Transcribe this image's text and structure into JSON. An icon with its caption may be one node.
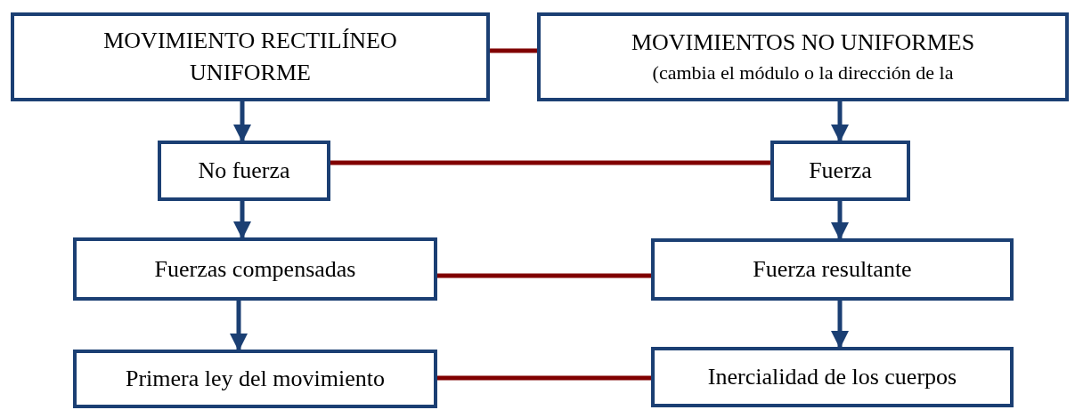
{
  "diagram": {
    "nodes": [
      {
        "text": [
          "MOVIMIENTO RECTILÍNEO UNIFORME"
        ]
      },
      {
        "text": [
          "MOVIMIENTOS NO UNIFORMES",
          "(cambia el módulo o la dirección de la"
        ]
      },
      {
        "text": [
          "No fuerza"
        ]
      },
      {
        "text": [
          "Fuerza"
        ]
      },
      {
        "text": [
          "Fuerzas compensadas"
        ]
      },
      {
        "text": [
          "Fuerza resultante"
        ]
      },
      {
        "text": [
          "Primera ley del movimiento"
        ]
      },
      {
        "text": [
          "Inercialidad de los cuerpos"
        ]
      }
    ],
    "edges": [
      {
        "from": 0,
        "to": 1,
        "arrow": "none",
        "color": "#800000"
      },
      {
        "from": 0,
        "to": 2,
        "arrow": "to"
      },
      {
        "from": 1,
        "to": 3,
        "arrow": "to"
      },
      {
        "from": 2,
        "to": 3,
        "arrow": "none",
        "color": "#800000"
      },
      {
        "from": 2,
        "to": 4,
        "arrow": "to"
      },
      {
        "from": 3,
        "to": 5,
        "arrow": "to"
      },
      {
        "from": 4,
        "to": 5,
        "arrow": "none",
        "color": "#800000"
      },
      {
        "from": 4,
        "to": 6,
        "arrow": "to"
      },
      {
        "from": 5,
        "to": 7,
        "arrow": "to"
      },
      {
        "from": 6,
        "to": 7,
        "arrow": "none",
        "color": "#800000"
      }
    ]
  }
}
